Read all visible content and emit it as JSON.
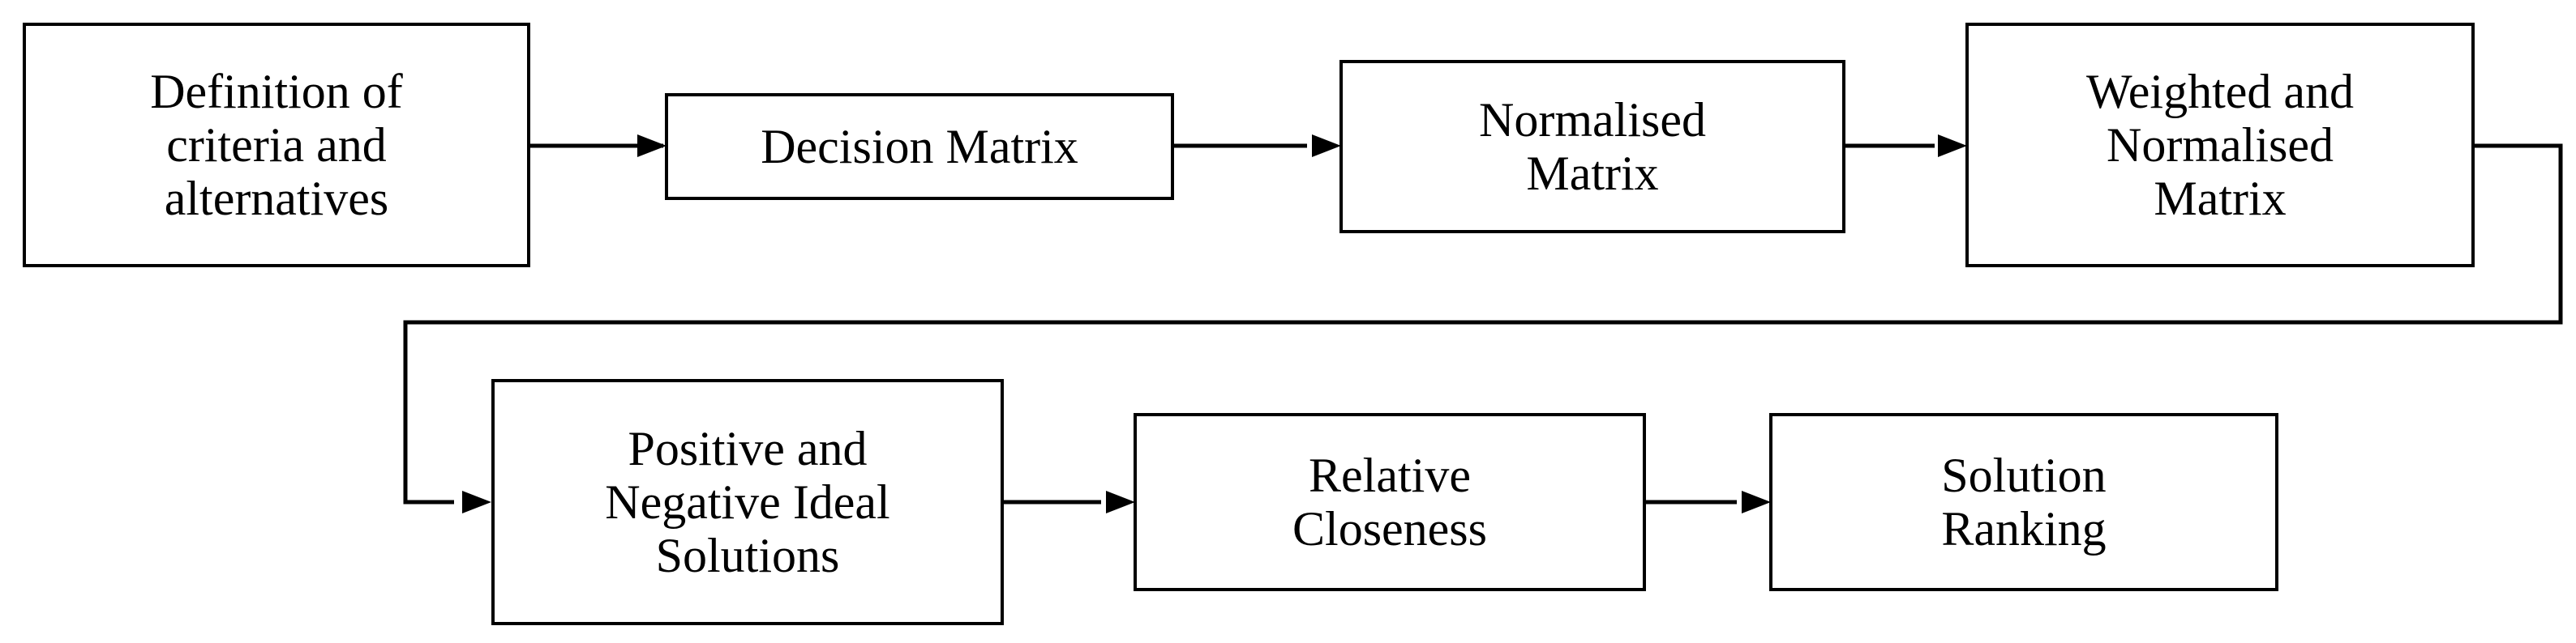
{
  "diagram": {
    "steps": [
      {
        "id": "definition",
        "label": "Definition of\ncriteria and\nalternatives"
      },
      {
        "id": "decision-matrix",
        "label": "Decision Matrix"
      },
      {
        "id": "normalised-matrix",
        "label": "Normalised\nMatrix"
      },
      {
        "id": "weighted-normalised",
        "label": "Weighted  and\nNormalised\nMatrix"
      },
      {
        "id": "ideal-solutions",
        "label": "Positive and\nNegative Ideal\nSolutions"
      },
      {
        "id": "relative-closeness",
        "label": "Relative\nCloseness"
      },
      {
        "id": "solution-ranking",
        "label": "Solution\nRanking"
      }
    ],
    "colors": {
      "stroke": "#000000",
      "fill": "#ffffff",
      "text": "#000000"
    }
  }
}
